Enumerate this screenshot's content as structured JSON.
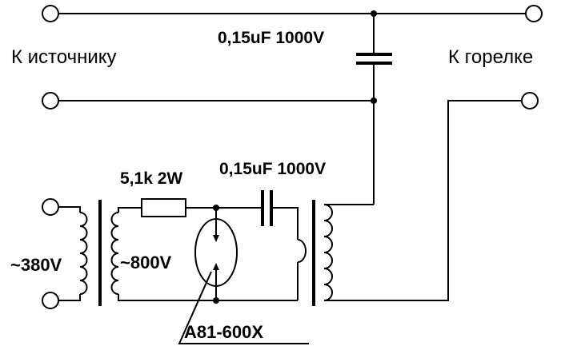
{
  "labels": {
    "to_source": "К источнику",
    "to_burner": "К горелке",
    "cap_top": "0,15uF 1000V",
    "cap_mid": "0,15uF 1000V",
    "resistor": "5,1k  2W",
    "input_voltage": "~380V",
    "secondary_voltage": "~800V",
    "gap_part": "A81-600X"
  }
}
